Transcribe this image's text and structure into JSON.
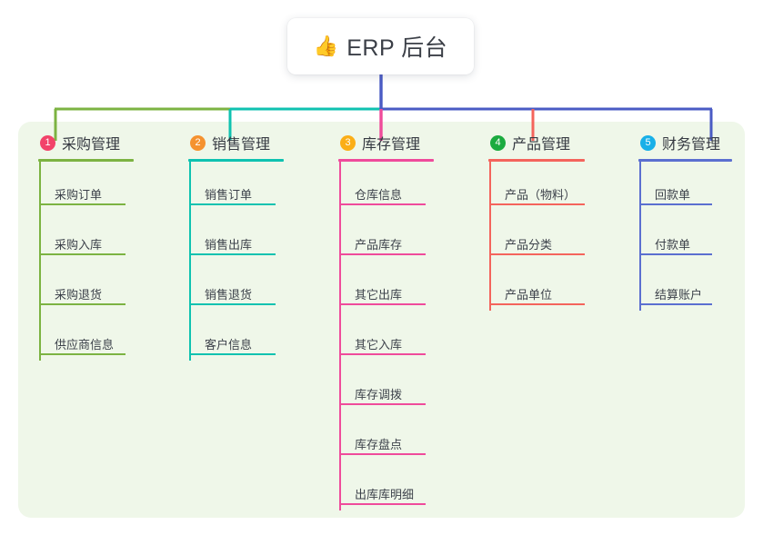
{
  "diagram": {
    "type": "mind-map",
    "root": {
      "icon": "thumbs-up-icon",
      "glyph": "👍",
      "label": "ERP 后台"
    },
    "panel_color": "#eff7e9",
    "branches": [
      {
        "number": "1",
        "label": "采购管理",
        "badge_color": "#f2436a",
        "line_color": "#7cb342",
        "items": [
          "采购订单",
          "采购入库",
          "采购退货",
          "供应商信息"
        ]
      },
      {
        "number": "2",
        "label": "销售管理",
        "badge_color": "#f5922f",
        "line_color": "#0fc2b0",
        "items": [
          "销售订单",
          "销售出库",
          "销售退货",
          "客户信息"
        ]
      },
      {
        "number": "3",
        "label": "库存管理",
        "badge_color": "#fbae17",
        "line_color": "#ef4b9b",
        "items": [
          "仓库信息",
          "产品库存",
          "其它出库",
          "其它入库",
          "库存调拨",
          "库存盘点",
          "出库库明细"
        ]
      },
      {
        "number": "4",
        "label": "产品管理",
        "badge_color": "#1bab3f",
        "line_color": "#f4645c",
        "items": [
          "产品（物料）",
          "产品分类",
          "产品单位"
        ]
      },
      {
        "number": "5",
        "label": "财务管理",
        "badge_color": "#18b0e8",
        "line_color": "#5b6fd0",
        "items": [
          "回款单",
          "付款单",
          "结算账户"
        ]
      }
    ],
    "trunk": {
      "upper_color": "#4a5bc4",
      "lower_color": "#ef4b9b",
      "bus_segments": [
        {
          "color": "#7cb342"
        },
        {
          "color": "#0fc2b0"
        },
        {
          "color": "#4a5bc4"
        }
      ]
    }
  }
}
